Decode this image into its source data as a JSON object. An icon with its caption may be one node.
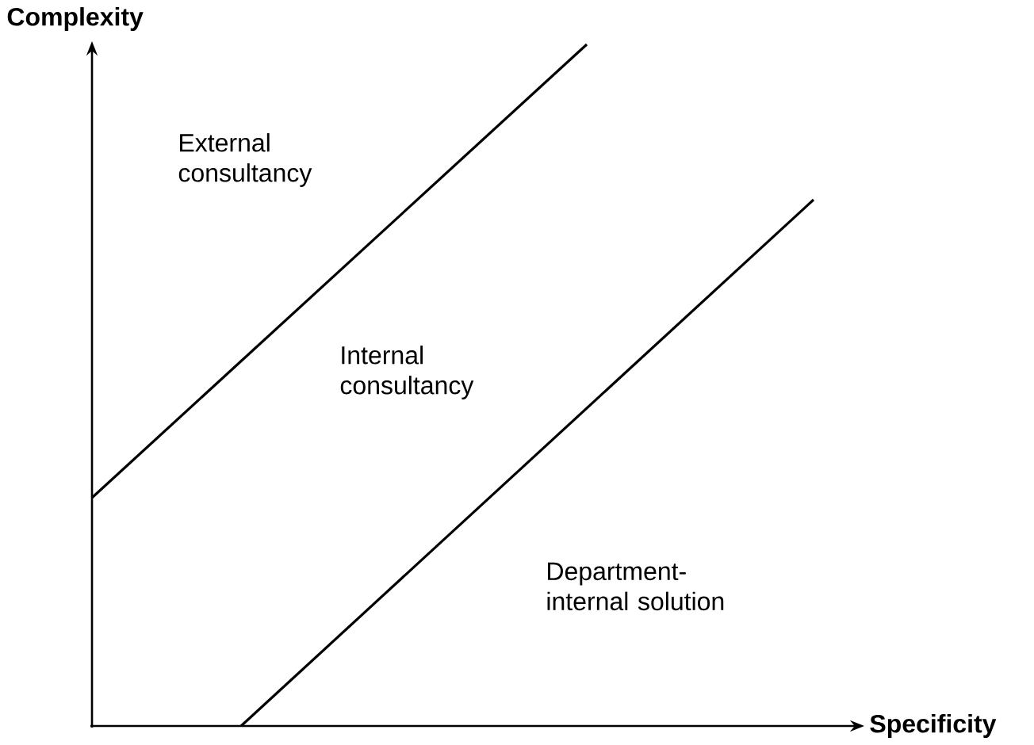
{
  "diagram": {
    "labels": [
      "Complexity",
      "External consultancy",
      "Internal consultancy",
      "Department-internal solution",
      "Specificity"
    ]
  }
}
